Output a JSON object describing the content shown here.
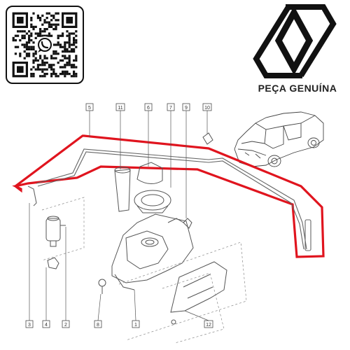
{
  "brand": {
    "tagline": "PEÇA GENUÍNA",
    "logo_icon": "renault-diamond-logo",
    "qr_icon": "whatsapp-qr-code"
  },
  "colors": {
    "highlight": "#e0141e",
    "line": "#555555",
    "ink": "#111111"
  },
  "diagram": {
    "part_callouts": {
      "top": [
        "5",
        "11",
        "6",
        "7",
        "9",
        "10"
      ],
      "bottom": [
        "3",
        "4",
        "2",
        "8",
        "1",
        "12"
      ]
    }
  }
}
